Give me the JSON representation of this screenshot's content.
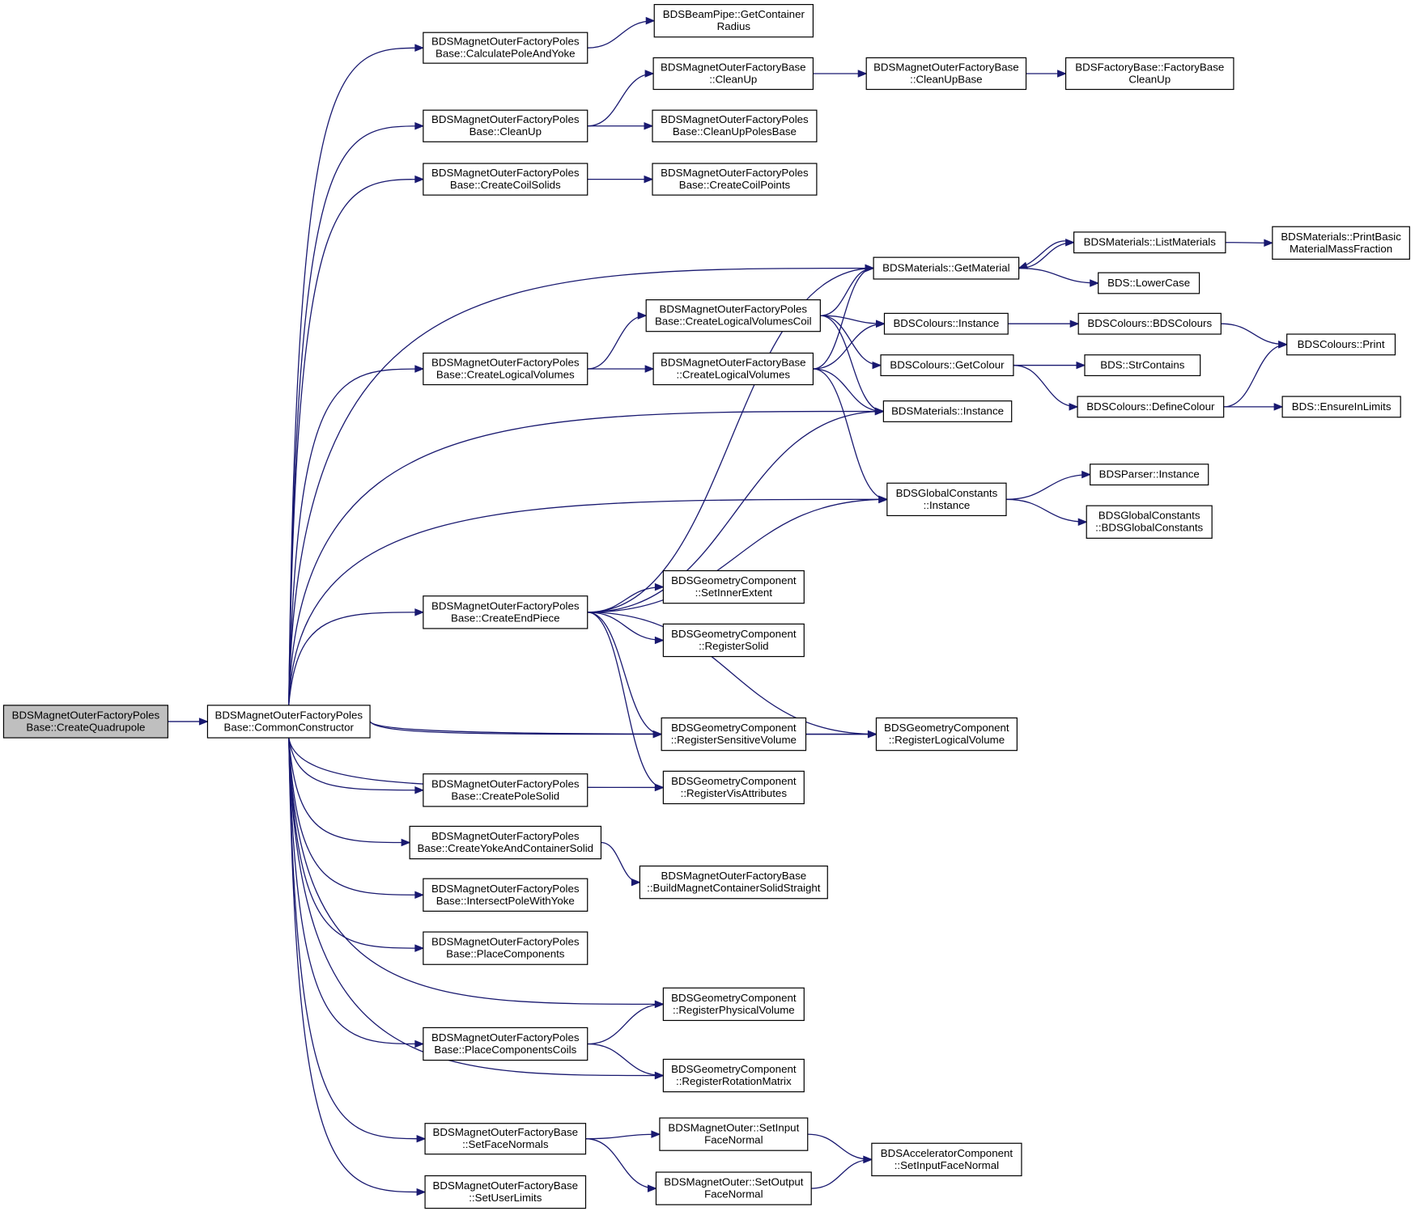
{
  "graph": {
    "colors": {
      "edge": "#191970",
      "node_border": "#000000",
      "root_fill": "#bfbfbf",
      "node_fill": "#ffffff"
    },
    "nodes": [
      {
        "id": "root",
        "lines": [
          "BDSMagnetOuterFactoryPoles",
          "Base::CreateQuadrupole"
        ],
        "highlighted": true
      },
      {
        "id": "common",
        "lines": [
          "BDSMagnetOuterFactoryPoles",
          "Base::CommonConstructor"
        ]
      },
      {
        "id": "calcpole",
        "lines": [
          "BDSMagnetOuterFactoryPoles",
          "Base::CalculatePoleAndYoke"
        ]
      },
      {
        "id": "cleanup",
        "lines": [
          "BDSMagnetOuterFactoryPoles",
          "Base::CleanUp"
        ]
      },
      {
        "id": "coilsolids",
        "lines": [
          "BDSMagnetOuterFactoryPoles",
          "Base::CreateCoilSolids"
        ]
      },
      {
        "id": "logvols",
        "lines": [
          "BDSMagnetOuterFactoryPoles",
          "Base::CreateLogicalVolumes"
        ]
      },
      {
        "id": "endpiece",
        "lines": [
          "BDSMagnetOuterFactoryPoles",
          "Base::CreateEndPiece"
        ]
      },
      {
        "id": "polesolid",
        "lines": [
          "BDSMagnetOuterFactoryPoles",
          "Base::CreatePoleSolid"
        ]
      },
      {
        "id": "yokecont",
        "lines": [
          "BDSMagnetOuterFactoryPoles",
          "Base::CreateYokeAndContainerSolid"
        ]
      },
      {
        "id": "intersect",
        "lines": [
          "BDSMagnetOuterFactoryPoles",
          "Base::IntersectPoleWithYoke"
        ]
      },
      {
        "id": "placecomp",
        "lines": [
          "BDSMagnetOuterFactoryPoles",
          "Base::PlaceComponents"
        ]
      },
      {
        "id": "placecoils",
        "lines": [
          "BDSMagnetOuterFactoryPoles",
          "Base::PlaceComponentsCoils"
        ]
      },
      {
        "id": "setface",
        "lines": [
          "BDSMagnetOuterFactoryBase",
          "::SetFaceNormals"
        ]
      },
      {
        "id": "setuser",
        "lines": [
          "BDSMagnetOuterFactoryBase",
          "::SetUserLimits"
        ]
      },
      {
        "id": "beampipe",
        "lines": [
          "BDSBeamPipe::GetContainer",
          "Radius"
        ]
      },
      {
        "id": "basecleanup",
        "lines": [
          "BDSMagnetOuterFactoryBase",
          "::CleanUp"
        ]
      },
      {
        "id": "cleanupbase",
        "lines": [
          "BDSMagnetOuterFactoryBase",
          "::CleanUpBase"
        ]
      },
      {
        "id": "factorybase",
        "lines": [
          "BDSFactoryBase::FactoryBase",
          "CleanUp"
        ]
      },
      {
        "id": "cleanuppolesbase",
        "lines": [
          "BDSMagnetOuterFactoryPoles",
          "Base::CleanUpPolesBase"
        ]
      },
      {
        "id": "coilpoints",
        "lines": [
          "BDSMagnetOuterFactoryPoles",
          "Base::CreateCoilPoints"
        ]
      },
      {
        "id": "logvolscoil",
        "lines": [
          "BDSMagnetOuterFactoryPoles",
          "Base::CreateLogicalVolumesCoil"
        ]
      },
      {
        "id": "baselogvols",
        "lines": [
          "BDSMagnetOuterFactoryBase",
          "::CreateLogicalVolumes"
        ]
      },
      {
        "id": "getmat",
        "lines": [
          "BDSMaterials::GetMaterial"
        ]
      },
      {
        "id": "listmat",
        "lines": [
          "BDSMaterials::ListMaterials"
        ]
      },
      {
        "id": "printbasic",
        "lines": [
          "BDSMaterials::PrintBasic",
          "MaterialMassFraction"
        ]
      },
      {
        "id": "lowercase",
        "lines": [
          "BDS::LowerCase"
        ]
      },
      {
        "id": "colinst",
        "lines": [
          "BDSColours::Instance"
        ]
      },
      {
        "id": "bdscolours",
        "lines": [
          "BDSColours::BDSColours"
        ]
      },
      {
        "id": "colprint",
        "lines": [
          "BDSColours::Print"
        ]
      },
      {
        "id": "getcolour",
        "lines": [
          "BDSColours::GetColour"
        ]
      },
      {
        "id": "strcontains",
        "lines": [
          "BDS::StrContains"
        ]
      },
      {
        "id": "definecolour",
        "lines": [
          "BDSColours::DefineColour"
        ]
      },
      {
        "id": "ensure",
        "lines": [
          "BDS::EnsureInLimits"
        ]
      },
      {
        "id": "matinst",
        "lines": [
          "BDSMaterials::Instance"
        ]
      },
      {
        "id": "globinst",
        "lines": [
          "BDSGlobalConstants",
          "::Instance"
        ]
      },
      {
        "id": "parser",
        "lines": [
          "BDSParser::Instance"
        ]
      },
      {
        "id": "globctor",
        "lines": [
          "BDSGlobalConstants",
          "::BDSGlobalConstants"
        ]
      },
      {
        "id": "innerext",
        "lines": [
          "BDSGeometryComponent",
          "::SetInnerExtent"
        ]
      },
      {
        "id": "regsolid",
        "lines": [
          "BDSGeometryComponent",
          "::RegisterSolid"
        ]
      },
      {
        "id": "regsens",
        "lines": [
          "BDSGeometryComponent",
          "::RegisterSensitiveVolume"
        ]
      },
      {
        "id": "reglog",
        "lines": [
          "BDSGeometryComponent",
          "::RegisterLogicalVolume"
        ]
      },
      {
        "id": "regvis",
        "lines": [
          "BDSGeometryComponent",
          "::RegisterVisAttributes"
        ]
      },
      {
        "id": "buildcont",
        "lines": [
          "BDSMagnetOuterFactoryBase",
          "::BuildMagnetContainerSolidStraight"
        ]
      },
      {
        "id": "regphys",
        "lines": [
          "BDSGeometryComponent",
          "::RegisterPhysicalVolume"
        ]
      },
      {
        "id": "regrot",
        "lines": [
          "BDSGeometryComponent",
          "::RegisterRotationMatrix"
        ]
      },
      {
        "id": "setinput",
        "lines": [
          "BDSMagnetOuter::SetInput",
          "FaceNormal"
        ]
      },
      {
        "id": "setoutput",
        "lines": [
          "BDSMagnetOuter::SetOutput",
          "FaceNormal"
        ]
      },
      {
        "id": "accinput",
        "lines": [
          "BDSAcceleratorComponent",
          "::SetInputFaceNormal"
        ]
      }
    ],
    "edges": [
      [
        "root",
        "common"
      ],
      [
        "common",
        "calcpole"
      ],
      [
        "common",
        "cleanup"
      ],
      [
        "common",
        "coilsolids"
      ],
      [
        "common",
        "getmat"
      ],
      [
        "common",
        "logvols"
      ],
      [
        "common",
        "matinst"
      ],
      [
        "common",
        "globinst"
      ],
      [
        "common",
        "endpiece"
      ],
      [
        "common",
        "regsens"
      ],
      [
        "common",
        "regvis"
      ],
      [
        "common",
        "reglog"
      ],
      [
        "common",
        "polesolid"
      ],
      [
        "common",
        "yokecont"
      ],
      [
        "common",
        "intersect"
      ],
      [
        "common",
        "placecomp"
      ],
      [
        "common",
        "regphys"
      ],
      [
        "common",
        "placecoils"
      ],
      [
        "common",
        "regrot"
      ],
      [
        "common",
        "setface"
      ],
      [
        "common",
        "setuser"
      ],
      [
        "calcpole",
        "beampipe"
      ],
      [
        "cleanup",
        "basecleanup"
      ],
      [
        "cleanup",
        "cleanuppolesbase"
      ],
      [
        "basecleanup",
        "cleanupbase"
      ],
      [
        "cleanupbase",
        "factorybase"
      ],
      [
        "coilsolids",
        "coilpoints"
      ],
      [
        "logvols",
        "logvolscoil"
      ],
      [
        "logvols",
        "baselogvols"
      ],
      [
        "logvolscoil",
        "getmat"
      ],
      [
        "logvolscoil",
        "colinst"
      ],
      [
        "logvolscoil",
        "getcolour"
      ],
      [
        "logvolscoil",
        "matinst"
      ],
      [
        "baselogvols",
        "getmat"
      ],
      [
        "baselogvols",
        "colinst"
      ],
      [
        "baselogvols",
        "matinst"
      ],
      [
        "baselogvols",
        "globinst"
      ],
      [
        "getmat",
        "listmat"
      ],
      [
        "getmat",
        "lowercase"
      ],
      [
        "listmat",
        "getmat"
      ],
      [
        "listmat",
        "printbasic"
      ],
      [
        "colinst",
        "bdscolours"
      ],
      [
        "bdscolours",
        "colprint"
      ],
      [
        "getcolour",
        "strcontains"
      ],
      [
        "getcolour",
        "definecolour"
      ],
      [
        "definecolour",
        "colprint"
      ],
      [
        "definecolour",
        "ensure"
      ],
      [
        "globinst",
        "parser"
      ],
      [
        "globinst",
        "globctor"
      ],
      [
        "endpiece",
        "getmat"
      ],
      [
        "endpiece",
        "matinst"
      ],
      [
        "endpiece",
        "globinst"
      ],
      [
        "endpiece",
        "innerext"
      ],
      [
        "endpiece",
        "regsolid"
      ],
      [
        "endpiece",
        "regsens"
      ],
      [
        "endpiece",
        "regvis"
      ],
      [
        "endpiece",
        "reglog"
      ],
      [
        "regsens",
        "reglog"
      ],
      [
        "yokecont",
        "buildcont"
      ],
      [
        "placecoils",
        "regphys"
      ],
      [
        "placecoils",
        "regrot"
      ],
      [
        "setface",
        "setinput"
      ],
      [
        "setface",
        "setoutput"
      ],
      [
        "setinput",
        "accinput"
      ],
      [
        "setoutput",
        "accinput"
      ]
    ]
  }
}
